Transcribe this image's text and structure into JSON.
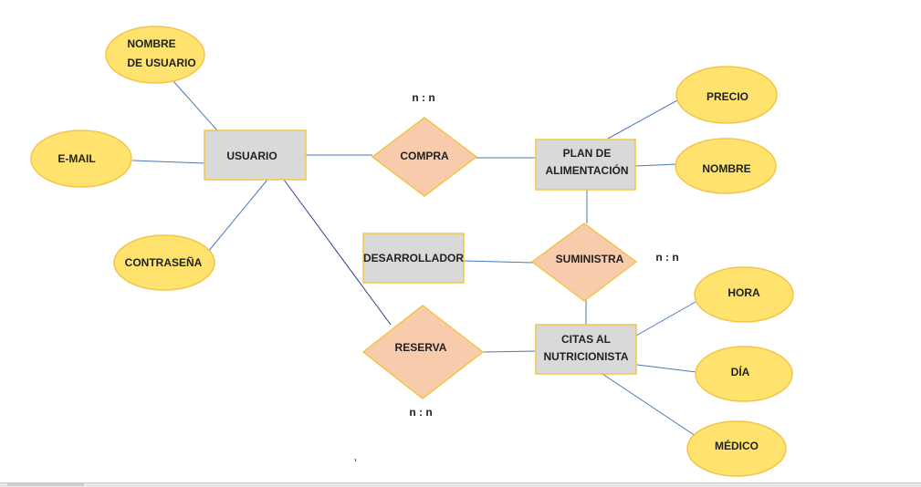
{
  "diagram": {
    "entities": {
      "usuario": "USUARIO",
      "plan_line1": "PLAN DE",
      "plan_line2": "ALIMENTACIÓN",
      "desarrollador": "DESARROLLADOR",
      "citas_line1": "CITAS AL",
      "citas_line2": "NUTRICIONISTA"
    },
    "relationships": {
      "compra": "COMPRA",
      "suministra": "SUMINISTRA",
      "reserva": "RESERVA"
    },
    "attributes": {
      "nombre_usuario_line1": "NOMBRE",
      "nombre_usuario_line2": "DE USUARIO",
      "email": "E-MAIL",
      "contrasena": "CONTRASEÑA",
      "precio": "PRECIO",
      "nombre": "NOMBRE",
      "hora": "HORA",
      "dia": "DÍA",
      "medico": "MÉDICO"
    },
    "cardinalities": {
      "compra": "n : n",
      "suministra": "n : n",
      "reserva": "n : n"
    }
  },
  "colors": {
    "entity_fill": "#d9d9d9",
    "entity_stroke": "#f2c54a",
    "relationship_fill": "#f8cbad",
    "relationship_stroke": "#f2c54a",
    "attribute_fill": "#ffe36e",
    "attribute_stroke": "#f2c54a",
    "line": "#4a78b8"
  }
}
